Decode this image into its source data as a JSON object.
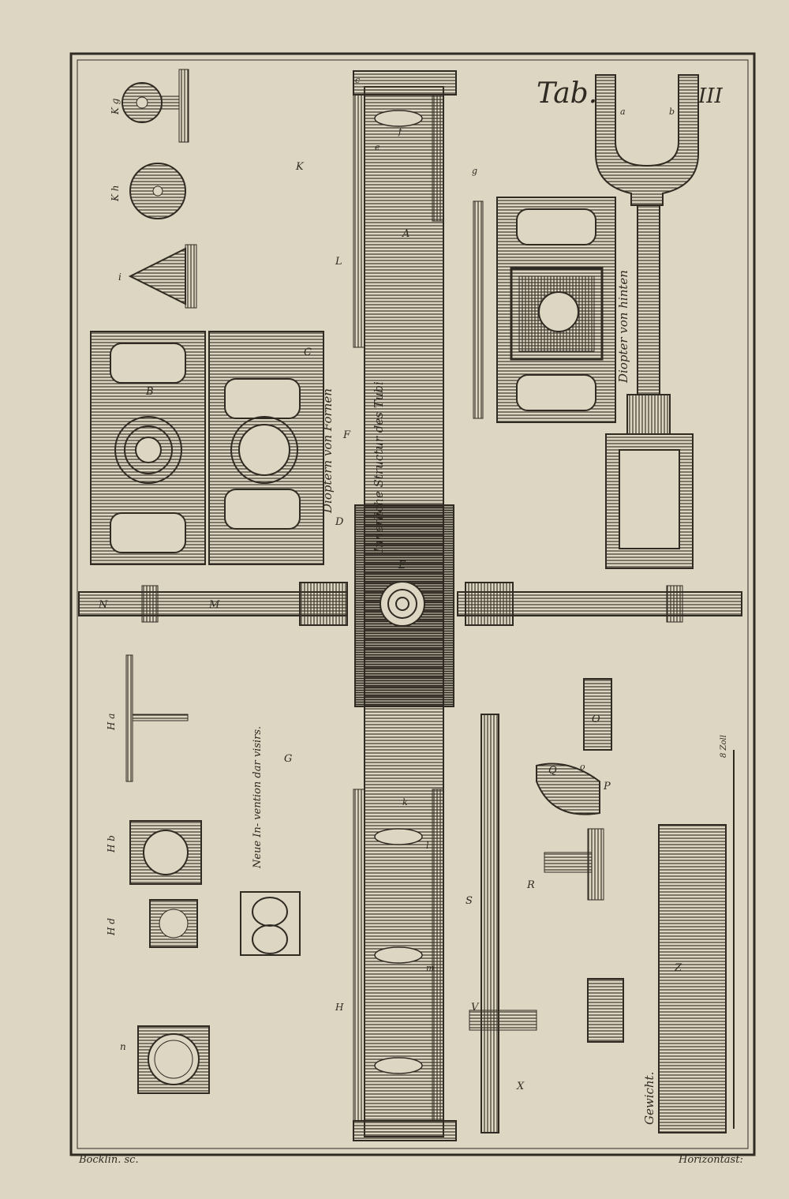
{
  "plate": {
    "title": "Tab.",
    "number": "III",
    "engraver": "Böcklin. sc.",
    "caption": "Horizontast:"
  },
  "labels": {
    "dioptern_von_fornen": "Dioptern von Fornen",
    "diopter_von_hinten": "Diopter von hinten",
    "innerliche_structur": "Innerliche Structur des Tubi",
    "neue_invention": "Neue In- vention dar visirs.",
    "gewicht": "Gewicht.",
    "scale": "8 Zoll"
  },
  "letters": {
    "A": "A",
    "B": "B",
    "C": "C",
    "D": "D",
    "E": "E",
    "F": "F",
    "G": "G",
    "K": "K",
    "L": "L",
    "M": "M",
    "N": "N",
    "O": "O",
    "P": "P",
    "Q": "Q",
    "R": "R",
    "S": "S",
    "V": "V",
    "X": "X",
    "Z": "Z",
    "Kg": "K g",
    "Kh": "K h",
    "i": "i",
    "Ha": "H a",
    "Hb": "H b",
    "Hd": "H d",
    "H": "H",
    "n": "n",
    "a": "a",
    "b": "b",
    "f": "f",
    "c": "c",
    "e": "e",
    "g": "g",
    "k": "k",
    "l": "l",
    "m": "m",
    "o": "o"
  },
  "colors": {
    "paper": "#ddd6c2",
    "ink": "#2f2a22"
  }
}
